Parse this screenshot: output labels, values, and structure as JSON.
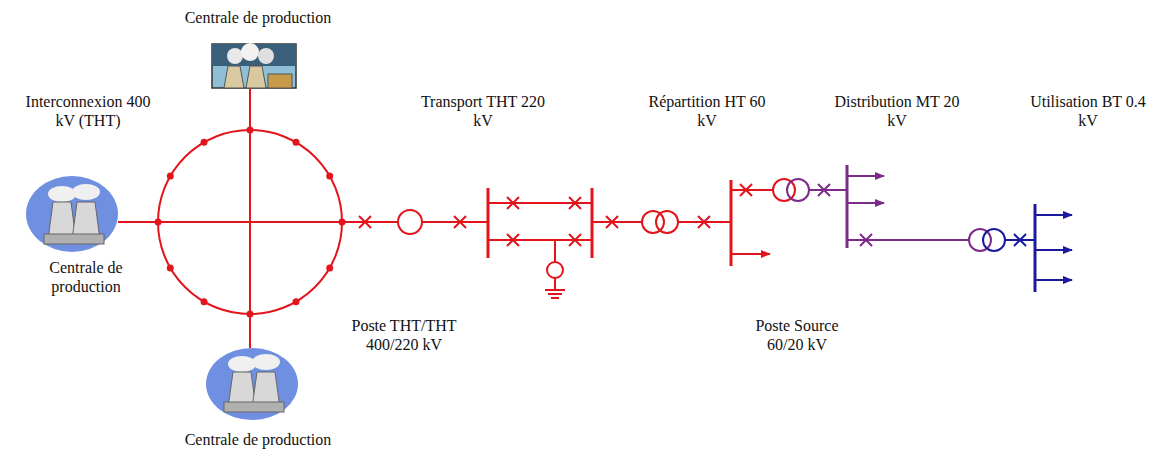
{
  "diagram": {
    "labels": [
      "Centrale de production",
      "Interconnexion 400 kV (THT)",
      "Transport THT 220 kV",
      "Répartition HT 60 kV",
      "Distribution MT 20 kV",
      "Utilisation BT 0.4 kV",
      "Centrale de production",
      "Poste THT/THT 400/220 kV",
      "Poste Source 60/20 kV",
      "Centrale de production"
    ]
  }
}
